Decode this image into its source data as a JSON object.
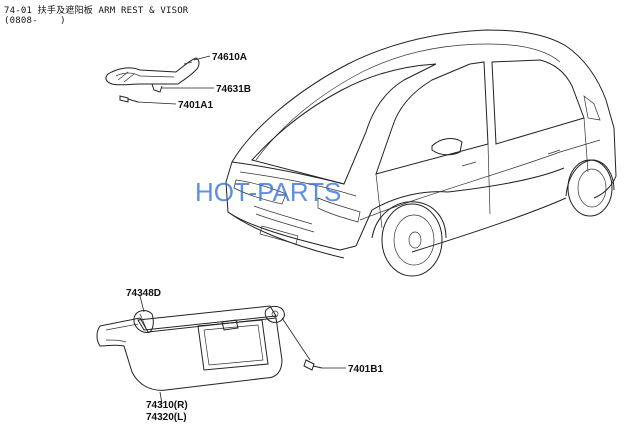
{
  "header": {
    "line1": "74-01 扶手及遮阳板 ARM REST & VISOR",
    "line2": "(0808-    )"
  },
  "watermark": {
    "text": "HOT-PARTS",
    "color": "#2f6fe0"
  },
  "parts": {
    "p74610A": "74610A",
    "p74631B": "74631B",
    "p7401A1": "7401A1",
    "p74348D": "74348D",
    "p7401B1": "7401B1",
    "p74310R": "74310(R)",
    "p74320L": "74320(L)"
  }
}
